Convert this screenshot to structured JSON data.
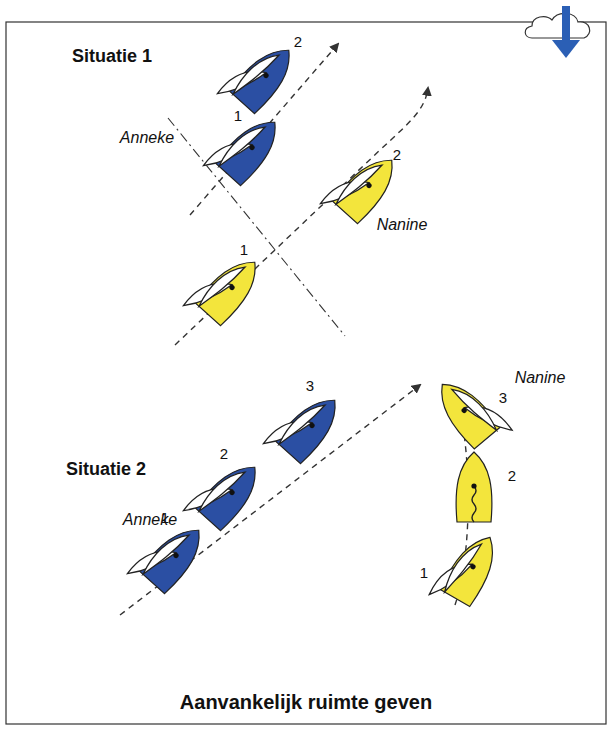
{
  "diagram": {
    "caption": "Aanvankelijk ruimte geven",
    "labels": [
      "Situatie 1",
      "Anneke",
      "Nanine",
      "1",
      "2",
      "2",
      "1",
      "Situatie 2",
      "Anneke",
      "Nanine",
      "1",
      "2",
      "3",
      "1",
      "2",
      "3"
    ]
  }
}
